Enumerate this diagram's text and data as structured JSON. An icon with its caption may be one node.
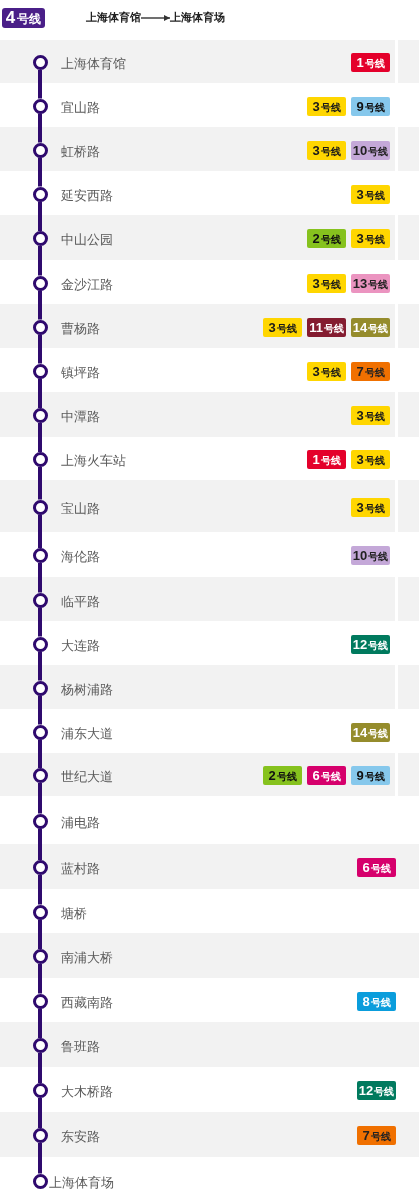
{
  "diagram": {
    "nodes": [
      {
        "text": [
          "**4**号线"
        ]
      },
      {
        "text": [
          "上海体育馆"
        ]
      },
      {
        "text": [
          "上海体育场"
        ]
      },
      {
        "text": [],
        "shape": "circle",
        "beside": [
          "上海体育馆"
        ]
      },
      {
        "text": [
          "**1**号线"
        ]
      },
      {
        "text": [],
        "shape": "circle",
        "beside": [
          "宜山路"
        ]
      },
      {
        "text": [
          "**3**号线"
        ]
      },
      {
        "text": [
          "**9**号线"
        ]
      },
      {
        "text": [],
        "shape": "circle",
        "beside": [
          "虹桥路"
        ]
      },
      {
        "text": [
          "**3**号线"
        ]
      },
      {
        "text": [
          "**10**号线"
        ]
      },
      {
        "text": [],
        "shape": "circle",
        "beside": [
          "延安西路"
        ]
      },
      {
        "text": [
          "**3**号线"
        ]
      },
      {
        "text": [],
        "shape": "circle",
        "beside": [
          "中山公园"
        ]
      },
      {
        "text": [
          "**2**号线"
        ]
      },
      {
        "text": [
          "**3**号线"
        ]
      },
      {
        "text": [],
        "shape": "circle",
        "beside": [
          "金沙江路"
        ]
      },
      {
        "text": [
          "**3**号线"
        ]
      },
      {
        "text": [
          "**13**号线"
        ]
      },
      {
        "text": [],
        "shape": "circle",
        "beside": [
          "曹杨路"
        ]
      },
      {
        "text": [
          "**3**号线"
        ]
      },
      {
        "text": [
          "**11**号线"
        ]
      },
      {
        "text": [
          "**14**号线"
        ]
      },
      {
        "text": [],
        "shape": "circle",
        "beside": [
          "镇坪路"
        ]
      },
      {
        "text": [
          "**3**号线"
        ]
      },
      {
        "text": [
          "**7**号线"
        ]
      },
      {
        "text": [],
        "shape": "circle",
        "beside": [
          "中潭路"
        ]
      },
      {
        "text": [
          "**3**号线"
        ]
      },
      {
        "text": [],
        "shape": "circle",
        "beside": [
          "上海火车站"
        ]
      },
      {
        "text": [
          "**1**号线"
        ]
      },
      {
        "text": [
          "**3**号线"
        ]
      },
      {
        "text": [],
        "shape": "circle",
        "beside": [
          "宝山路"
        ]
      },
      {
        "text": [
          "**3**号线"
        ]
      },
      {
        "text": [],
        "shape": "circle",
        "beside": [
          "海伦路"
        ]
      },
      {
        "text": [
          "**10**号线"
        ]
      },
      {
        "text": [],
        "shape": "circle",
        "beside": [
          "临平路"
        ]
      },
      {
        "text": [],
        "shape": "circle",
        "beside": [
          "大连路"
        ]
      },
      {
        "text": [
          "**12**号线"
        ]
      },
      {
        "text": [],
        "shape": "circle",
        "beside": [
          "杨树浦路"
        ]
      },
      {
        "text": [],
        "shape": "circle",
        "beside": [
          "浦东大道"
        ]
      },
      {
        "text": [
          "**14**号线"
        ]
      },
      {
        "text": [],
        "shape": "circle",
        "beside": [
          "世纪大道"
        ]
      },
      {
        "text": [
          "**2**号线"
        ]
      },
      {
        "text": [
          "**6**号线"
        ]
      },
      {
        "text": [
          "**9**号线"
        ]
      },
      {
        "text": [],
        "shape": "circle",
        "beside": [
          "浦电路"
        ]
      },
      {
        "text": [],
        "shape": "circle",
        "beside": [
          "蓝村路"
        ]
      },
      {
        "text": [
          "**6**号线"
        ]
      },
      {
        "text": [],
        "shape": "circle",
        "beside": [
          "塘桥"
        ]
      },
      {
        "text": [],
        "shape": "circle",
        "beside": [
          "南浦大桥"
        ]
      },
      {
        "text": [],
        "shape": "circle",
        "beside": [
          "西藏南路"
        ]
      },
      {
        "text": [
          "**8**号线"
        ]
      },
      {
        "text": [],
        "shape": "circle",
        "beside": [
          "鲁班路"
        ]
      },
      {
        "text": [],
        "shape": "circle",
        "beside": [
          "大木桥路"
        ]
      },
      {
        "text": [
          "**12**号线"
        ]
      },
      {
        "text": [],
        "shape": "circle",
        "beside": [
          "东安路"
        ]
      },
      {
        "text": [
          "**7**号线"
        ]
      },
      {
        "text": [],
        "shape": "circle",
        "beside": [
          "上海体育场"
        ]
      }
    ],
    "edges": [
      {
        "from": 1,
        "to": 2,
        "arrow": "to",
        "color": "#333333"
      },
      {
        "from": 3,
        "to": 5,
        "arrow": "none"
      },
      {
        "from": 5,
        "to": 8,
        "arrow": "none"
      },
      {
        "from": 8,
        "to": 11,
        "arrow": "none"
      },
      {
        "from": 11,
        "to": 13,
        "arrow": "none"
      },
      {
        "from": 13,
        "to": 16,
        "arrow": "none"
      },
      {
        "from": 16,
        "to": 19,
        "arrow": "none"
      },
      {
        "from": 19,
        "to": 23,
        "arrow": "none"
      },
      {
        "from": 23,
        "to": 26,
        "arrow": "none"
      },
      {
        "from": 26,
        "to": 28,
        "arrow": "none"
      },
      {
        "from": 28,
        "to": 31,
        "arrow": "none"
      },
      {
        "from": 31,
        "to": 33,
        "arrow": "none"
      },
      {
        "from": 33,
        "to": 35,
        "arrow": "none"
      },
      {
        "from": 35,
        "to": 36,
        "arrow": "none"
      },
      {
        "from": 36,
        "to": 38,
        "arrow": "none"
      },
      {
        "from": 38,
        "to": 39,
        "arrow": "none"
      },
      {
        "from": 39,
        "to": 41,
        "arrow": "none"
      },
      {
        "from": 41,
        "to": 45,
        "arrow": "none"
      },
      {
        "from": 45,
        "to": 46,
        "arrow": "none"
      },
      {
        "from": 46,
        "to": 48,
        "arrow": "none"
      },
      {
        "from": 48,
        "to": 49,
        "arrow": "none"
      },
      {
        "from": 49,
        "to": 50,
        "arrow": "none"
      },
      {
        "from": 50,
        "to": 52,
        "arrow": "none"
      },
      {
        "from": 52,
        "to": 53,
        "arrow": "none"
      },
      {
        "from": 53,
        "to": 55,
        "arrow": "none"
      },
      {
        "from": 55,
        "to": 57,
        "arrow": "none"
      }
    ]
  }
}
